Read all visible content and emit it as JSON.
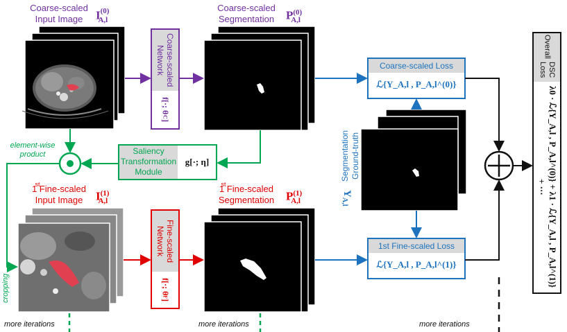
{
  "labels": {
    "coarse_input": [
      "Coarse-scaled",
      "Input Image"
    ],
    "coarse_input_sym": "I",
    "coarse_input_sup": "(0)",
    "coarse_input_sub": "A,l",
    "coarse_seg": [
      "Coarse-scaled",
      "Segmentation"
    ],
    "coarse_seg_sym": "P",
    "coarse_seg_sup": "(0)",
    "coarse_seg_sub": "A,l",
    "coarse_net": "Coarse-scaled Network",
    "coarse_net_fn": "f[·; θ",
    "coarse_net_fn_sup": "C",
    "coarse_net_fn_end": "]",
    "fine_input_sup1": "st",
    "fine_input": [
      "1 Fine-scaled",
      "Input Image"
    ],
    "fine_input_sym": "I",
    "fine_input_sup": "(1)",
    "fine_input_sub": "A,l",
    "fine_seg": [
      "1 Fine-scaled",
      "Segmentation"
    ],
    "fine_seg_sym": "P",
    "fine_seg_sup": "(1)",
    "fine_seg_sub": "A,l",
    "fine_net": "Fine-scaled Network",
    "fine_net_fn": "f[·; θ",
    "fine_net_fn_sup": "F",
    "fine_net_fn_end": "]",
    "saliency": [
      "Saliency",
      "Transformation",
      "Module"
    ],
    "saliency_fn": "g[·; η]",
    "element_wise": [
      "element-wise",
      "product"
    ],
    "cropping": "cropping",
    "gt": [
      "Ground-truth",
      "Segmentation"
    ],
    "gt_sym": "Y",
    "gt_sub": "A,l",
    "coarse_loss_title": "Coarse-scaled Loss",
    "coarse_loss_formula": "ℒ{Y_A,l , P_A,l^(0)}",
    "fine_loss_title": "1st Fine-scaled Loss",
    "fine_loss_formula": "ℒ{Y_A,l , P_A,l^(1)}",
    "overall": [
      "Overall",
      "DSC Loss"
    ],
    "overall_formula": "λ0 · ℒ{Y_A,l , P_A,l^(0)} + λ1 · ℒ{Y_A,l , P_A,l^(1)} + ⋯",
    "more_iterations": "more iterations"
  },
  "colors": {
    "purple": "#7030a0",
    "red": "#e00000",
    "blue": "#1e73be",
    "green": "#00a651",
    "black": "#111111"
  }
}
